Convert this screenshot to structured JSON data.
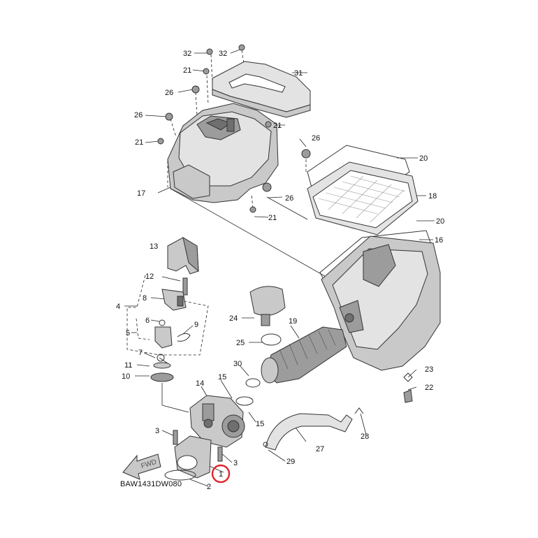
{
  "diagram": {
    "code": "BAW1431DW080",
    "fwd_label": "FWD",
    "highlight_color": "#e0262d",
    "highlighted_callout": "1",
    "callouts": [
      {
        "id": "c32a",
        "text": "32"
      },
      {
        "id": "c32b",
        "text": "32"
      },
      {
        "id": "c31",
        "text": "31"
      },
      {
        "id": "c21a",
        "text": "21"
      },
      {
        "id": "c26a",
        "text": "26"
      },
      {
        "id": "c26b",
        "text": "26"
      },
      {
        "id": "c21b",
        "text": "21"
      },
      {
        "id": "c21c",
        "text": "21"
      },
      {
        "id": "c26c",
        "text": "26"
      },
      {
        "id": "c20a",
        "text": "20"
      },
      {
        "id": "c17",
        "text": "17"
      },
      {
        "id": "c26d",
        "text": "26"
      },
      {
        "id": "c18",
        "text": "18"
      },
      {
        "id": "c21d",
        "text": "21"
      },
      {
        "id": "c20b",
        "text": "20"
      },
      {
        "id": "c13",
        "text": "13"
      },
      {
        "id": "c16",
        "text": "16"
      },
      {
        "id": "c12",
        "text": "12"
      },
      {
        "id": "c8",
        "text": "8"
      },
      {
        "id": "c4",
        "text": "4"
      },
      {
        "id": "c24",
        "text": "24"
      },
      {
        "id": "c19",
        "text": "19"
      },
      {
        "id": "c6",
        "text": "6"
      },
      {
        "id": "c9",
        "text": "9"
      },
      {
        "id": "c5",
        "text": "5"
      },
      {
        "id": "c25",
        "text": "25"
      },
      {
        "id": "c7",
        "text": "7"
      },
      {
        "id": "c11",
        "text": "11"
      },
      {
        "id": "c30",
        "text": "30"
      },
      {
        "id": "c23",
        "text": "23"
      },
      {
        "id": "c10",
        "text": "10"
      },
      {
        "id": "c15a",
        "text": "15"
      },
      {
        "id": "c14",
        "text": "14"
      },
      {
        "id": "c22",
        "text": "22"
      },
      {
        "id": "c15b",
        "text": "15"
      },
      {
        "id": "c28",
        "text": "28"
      },
      {
        "id": "c3a",
        "text": "3"
      },
      {
        "id": "c27",
        "text": "27"
      },
      {
        "id": "c3b",
        "text": "3"
      },
      {
        "id": "c29",
        "text": "29"
      },
      {
        "id": "c1",
        "text": "1"
      },
      {
        "id": "c2",
        "text": "2"
      }
    ]
  }
}
